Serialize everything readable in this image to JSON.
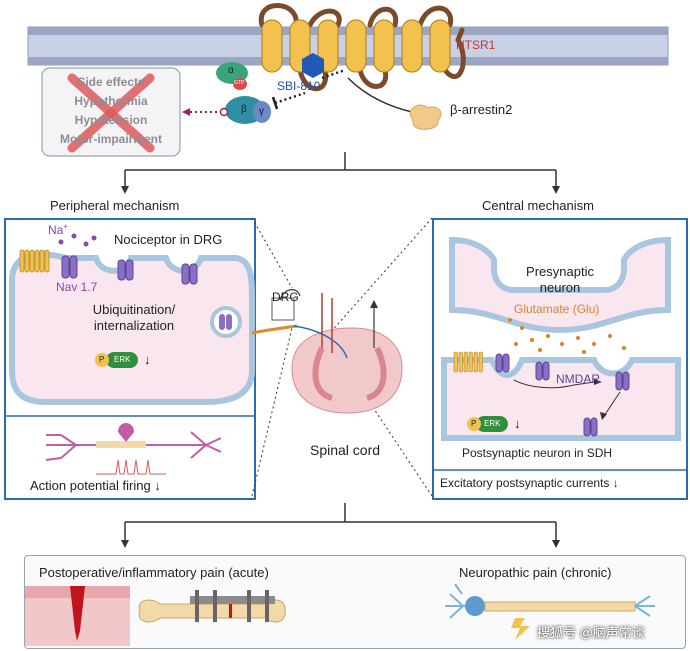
{
  "receptor": {
    "label": "NTSR1",
    "ligand": "SBI-810",
    "arrestin": "β-arrestin2",
    "g_alpha": "α",
    "g_gtp": "GTP",
    "g_beta": "β",
    "g_gamma": "γ"
  },
  "side_effects": {
    "title": "Side effects",
    "items": [
      "Hypothermia",
      "Hypotension",
      "Motor-impairment"
    ]
  },
  "peripheral": {
    "title": "Peripheral mechanism",
    "box_title": "Nociceptor in DRG",
    "na": "Na",
    "na_sup": "+",
    "channel": "Nav 1.7",
    "process": [
      "Ubiquitination/",
      "internalization"
    ],
    "erk_p": "P",
    "erk": "ERK",
    "arrow": "↓",
    "footer": "Action potential firing ↓"
  },
  "center": {
    "drg": "DRG",
    "cord": "Spinal cord"
  },
  "central": {
    "title": "Central mechanism",
    "presyn": [
      "Presynaptic",
      "neuron"
    ],
    "glutamate": "Glutamate (Glu)",
    "nmdar": "NMDAR",
    "erk_p": "P",
    "erk": "ERK",
    "arrow": "↓",
    "postsyn": "Postsynaptic neuron in SDH",
    "footer": "Excitatory postsynaptic currents ↓"
  },
  "outcomes": {
    "acute": "Postoperative/inflammatory pain (acute)",
    "chronic": "Neuropathic pain (chronic)"
  },
  "watermark": "搜狐号 @脑声常谈",
  "colors": {
    "panel_border": "#2b6cb0",
    "membrane": "#8d9ab3",
    "receptor": "#f2c14e",
    "receptor_loop": "#7b4a2b",
    "cell_fill": "#f9e6ef",
    "channel": "#8a6fc7",
    "erk_green": "#2f8f3a",
    "cross": "#e05a5a",
    "glutamate": "#d9822b"
  }
}
